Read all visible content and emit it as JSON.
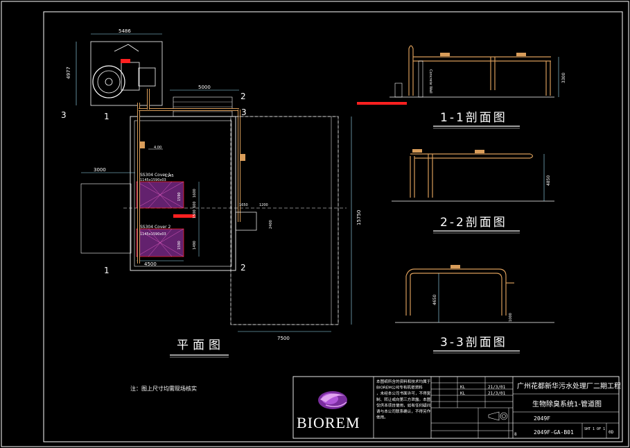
{
  "drawing": {
    "plan_title": "平面图",
    "section_1_title": "1-1剖面图",
    "section_2_title": "2-2剖面图",
    "section_3_title": "3-3剖面图",
    "note": "注：图上尺寸均需现场核实",
    "section_marks": {
      "one": "1",
      "two": "2",
      "three": "3"
    }
  },
  "dimensions": {
    "top_width": "5486",
    "left_height": "4977",
    "mid_width": "5000",
    "left_3000": "3000",
    "bottom_4500": "4500",
    "bottom_7500": "7500",
    "right_height": "15750",
    "d1650": "1650",
    "d1200": "1200",
    "d2400": "2400",
    "d1145": "1145",
    "d1600": "1600",
    "d1590": "1590",
    "d1500": "1500",
    "d600": "600",
    "d1490": "1490",
    "sec1_height": "3300",
    "sec2_height": "4850",
    "sec3_height": "4650",
    "sec3_small": "1000",
    "elev_mark": "4.00"
  },
  "labels": {
    "cover1": "SS304 Cover 1",
    "cover1_size": "1145x1590x03",
    "cover2": "SS304 Cover 2",
    "cover2_size": "1145x1590x03",
    "wall": "Concrete Wall"
  },
  "title_block": {
    "company": "BIOREM",
    "project": "广州花都新华污水处理厂二期工程",
    "drawing_name": "生物除臭系统1-管道图",
    "job_no": "2049F",
    "drawing_no": "2049F-GA-B01",
    "sheet": "SHT 1 OF 1",
    "revision": "0D",
    "rev_row": "8",
    "rows": [
      {
        "by": "KL",
        "date": "21/3/01"
      },
      {
        "by": "KL",
        "date": "21/3/01"
      }
    ],
    "notice": "本图纸所含的资料和技术均属于BIOREM公司专有机密资料，未经本公司书面许可，不得复制、转让或向第三方泄露。本图仅供本项目使用，如有任何疑问请与本公司联系确认，不得另作他用。",
    "colors": {
      "frame": "#ffffff",
      "pipe": "#d99d5a",
      "dim": "#9fe6ff",
      "accent": "#ff2020",
      "media": "#b43cc8",
      "logo_purple": "#7a2d9e"
    }
  }
}
